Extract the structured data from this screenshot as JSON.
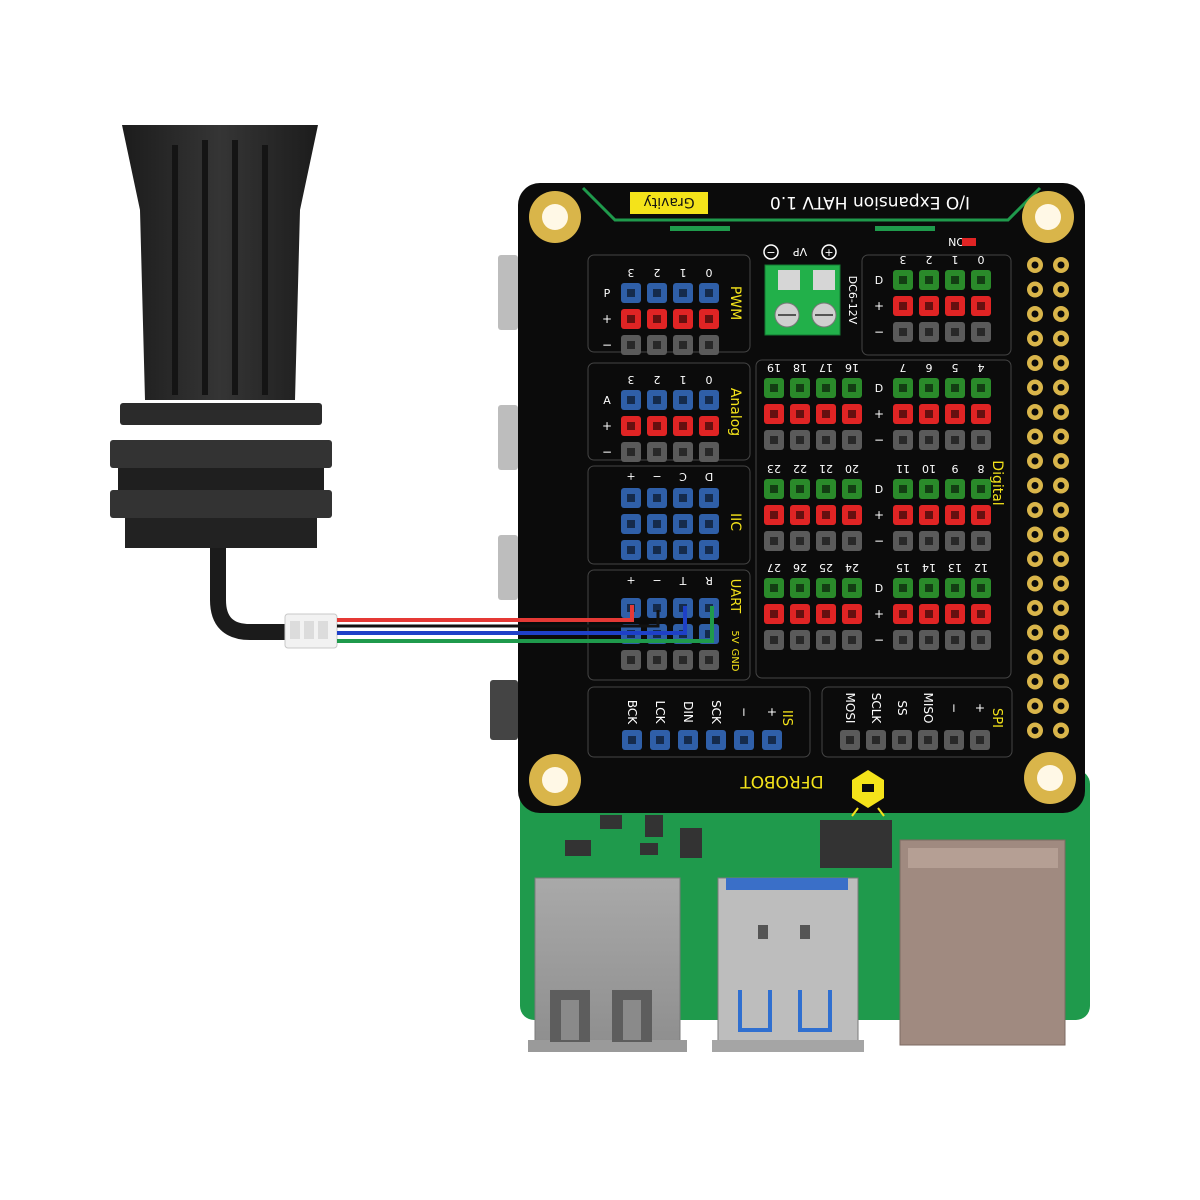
{
  "board": {
    "gravity_badge": "Gravity",
    "title": "I/O Expansion HATV 1.0",
    "brand": "DFROBOT",
    "power_indicator": "ON",
    "power_input": "DC6-12V",
    "power_vp": "VP"
  },
  "sections": {
    "pwm": "PWM",
    "analog": "Analog",
    "iic": "IIC",
    "uart": "UART",
    "uart_5v": "5V",
    "uart_gnd": "GND",
    "iis": "IIS",
    "spi": "SPI",
    "digital": "Digital"
  },
  "pins": {
    "pwm": [
      "0",
      "1",
      "2",
      "3"
    ],
    "analog": [
      "0",
      "1",
      "2",
      "3"
    ],
    "iic": [
      "D",
      "C",
      "−",
      "+"
    ],
    "uart": [
      "R",
      "T",
      "−",
      "+"
    ],
    "iis": [
      "+",
      "−",
      "SCK",
      "DIN",
      "LCK",
      "BCK"
    ],
    "spi": [
      "+",
      "−",
      "MISO",
      "SS",
      "SCLK",
      "MOSI"
    ],
    "digital_right": [
      [
        "0",
        "1",
        "2",
        "3"
      ],
      [
        "4",
        "5",
        "6",
        "7"
      ],
      [
        "8",
        "9",
        "10",
        "11"
      ],
      [
        "12",
        "13",
        "14",
        "15"
      ]
    ],
    "digital_left": [
      [
        "16",
        "17",
        "18",
        "19"
      ],
      [
        "20",
        "21",
        "22",
        "23"
      ],
      [
        "24",
        "25",
        "26",
        "27"
      ]
    ]
  },
  "row_marks": {
    "signal_p": "P",
    "signal_a": "A",
    "signal_d": "D",
    "plus": "+",
    "minus": "−"
  },
  "colors": {
    "board_black": "#0b0b0b",
    "pcb_green": "#1f9a4c",
    "pin_blue": "#2f5fa8",
    "pin_red": "#e02424",
    "pin_green": "#2a8a2a",
    "pin_gray": "#5a5a5a",
    "gold": "#d9b54a",
    "wire_red": "#e53935",
    "wire_blue": "#1e40c8",
    "wire_green": "#1f9a4c",
    "sensor_body": "#2b2b2b"
  },
  "icons": [
    "mounting-hole-icon",
    "terminal-screw-icon",
    "dfrobot-logo-icon"
  ]
}
